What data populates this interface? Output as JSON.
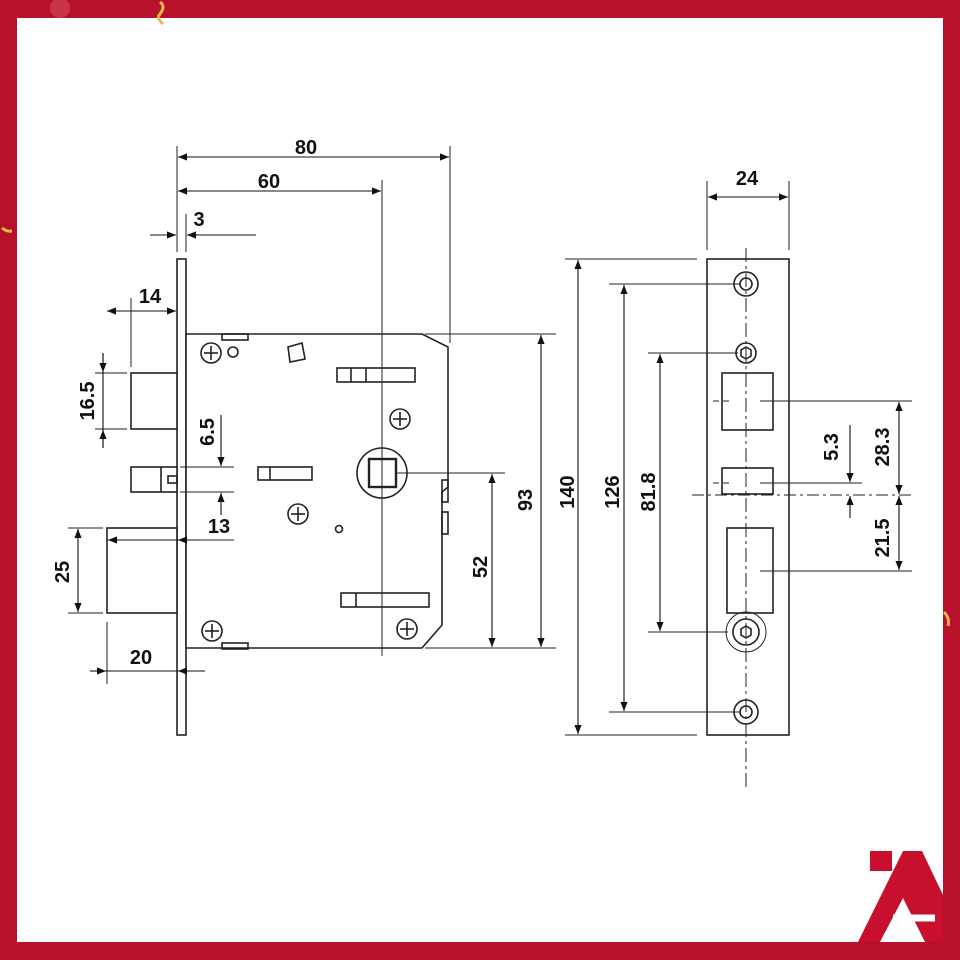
{
  "colors": {
    "border": "#b8112b",
    "sheet": "#ffffff",
    "line": "#222222",
    "logo_red": "#c8102e"
  },
  "dimensions": {
    "overall_depth": "80",
    "backset": "60",
    "faceplate_thickness": "3",
    "bolt_depth_top": "14",
    "deadbolt_height": "16.5",
    "latch_offset": "6.5",
    "latch_throw": "13",
    "latch_height": "25",
    "latch_projection": "20",
    "case_height": "93",
    "spindle_to_bottom": "52",
    "faceplate_height": "140",
    "screw_centers_outer": "126",
    "screw_centers_inner": "81.8",
    "faceplate_width": "24",
    "strike_offset_small": "5.3",
    "strike_offset_upper": "28.3",
    "strike_offset_lower": "21.5"
  },
  "icons": {
    "logo": "brand-logo-a",
    "confetti": "confetti-decoration"
  }
}
